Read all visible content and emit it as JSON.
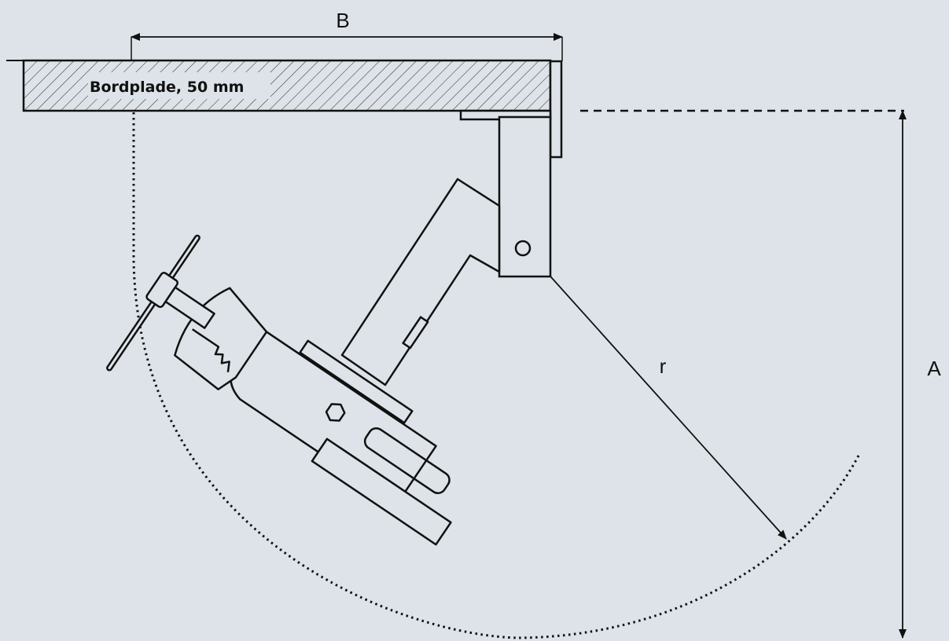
{
  "diagram": {
    "table_label": "Bordplade, 50 mm",
    "dimension_width_label": "B",
    "dimension_height_label": "A",
    "radius_label": "r"
  },
  "colors": {
    "background": "#dde3e8",
    "line": "#111111"
  }
}
